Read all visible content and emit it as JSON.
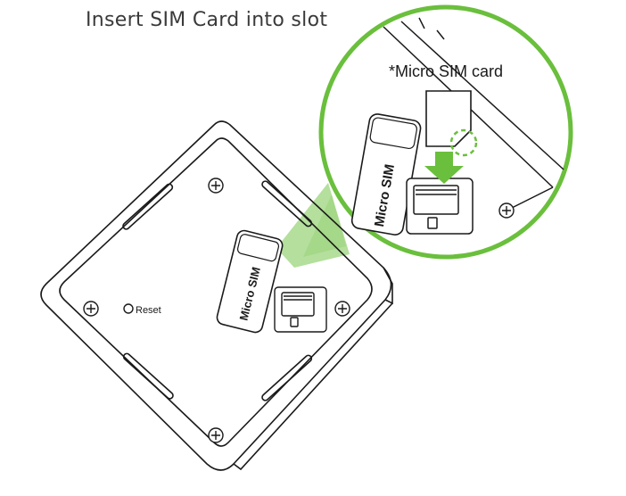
{
  "title": "Insert SIM Card into slot",
  "callout_label": "*Micro SIM card",
  "reset_label": "Reset",
  "sim_door_label": "Micro SIM",
  "accent_color": "#6abf3c",
  "outline_color": "#1a1a1a",
  "icons": [
    "screw-icon",
    "sim-slot-icon",
    "arrow-down-icon",
    "reset-button-icon"
  ]
}
